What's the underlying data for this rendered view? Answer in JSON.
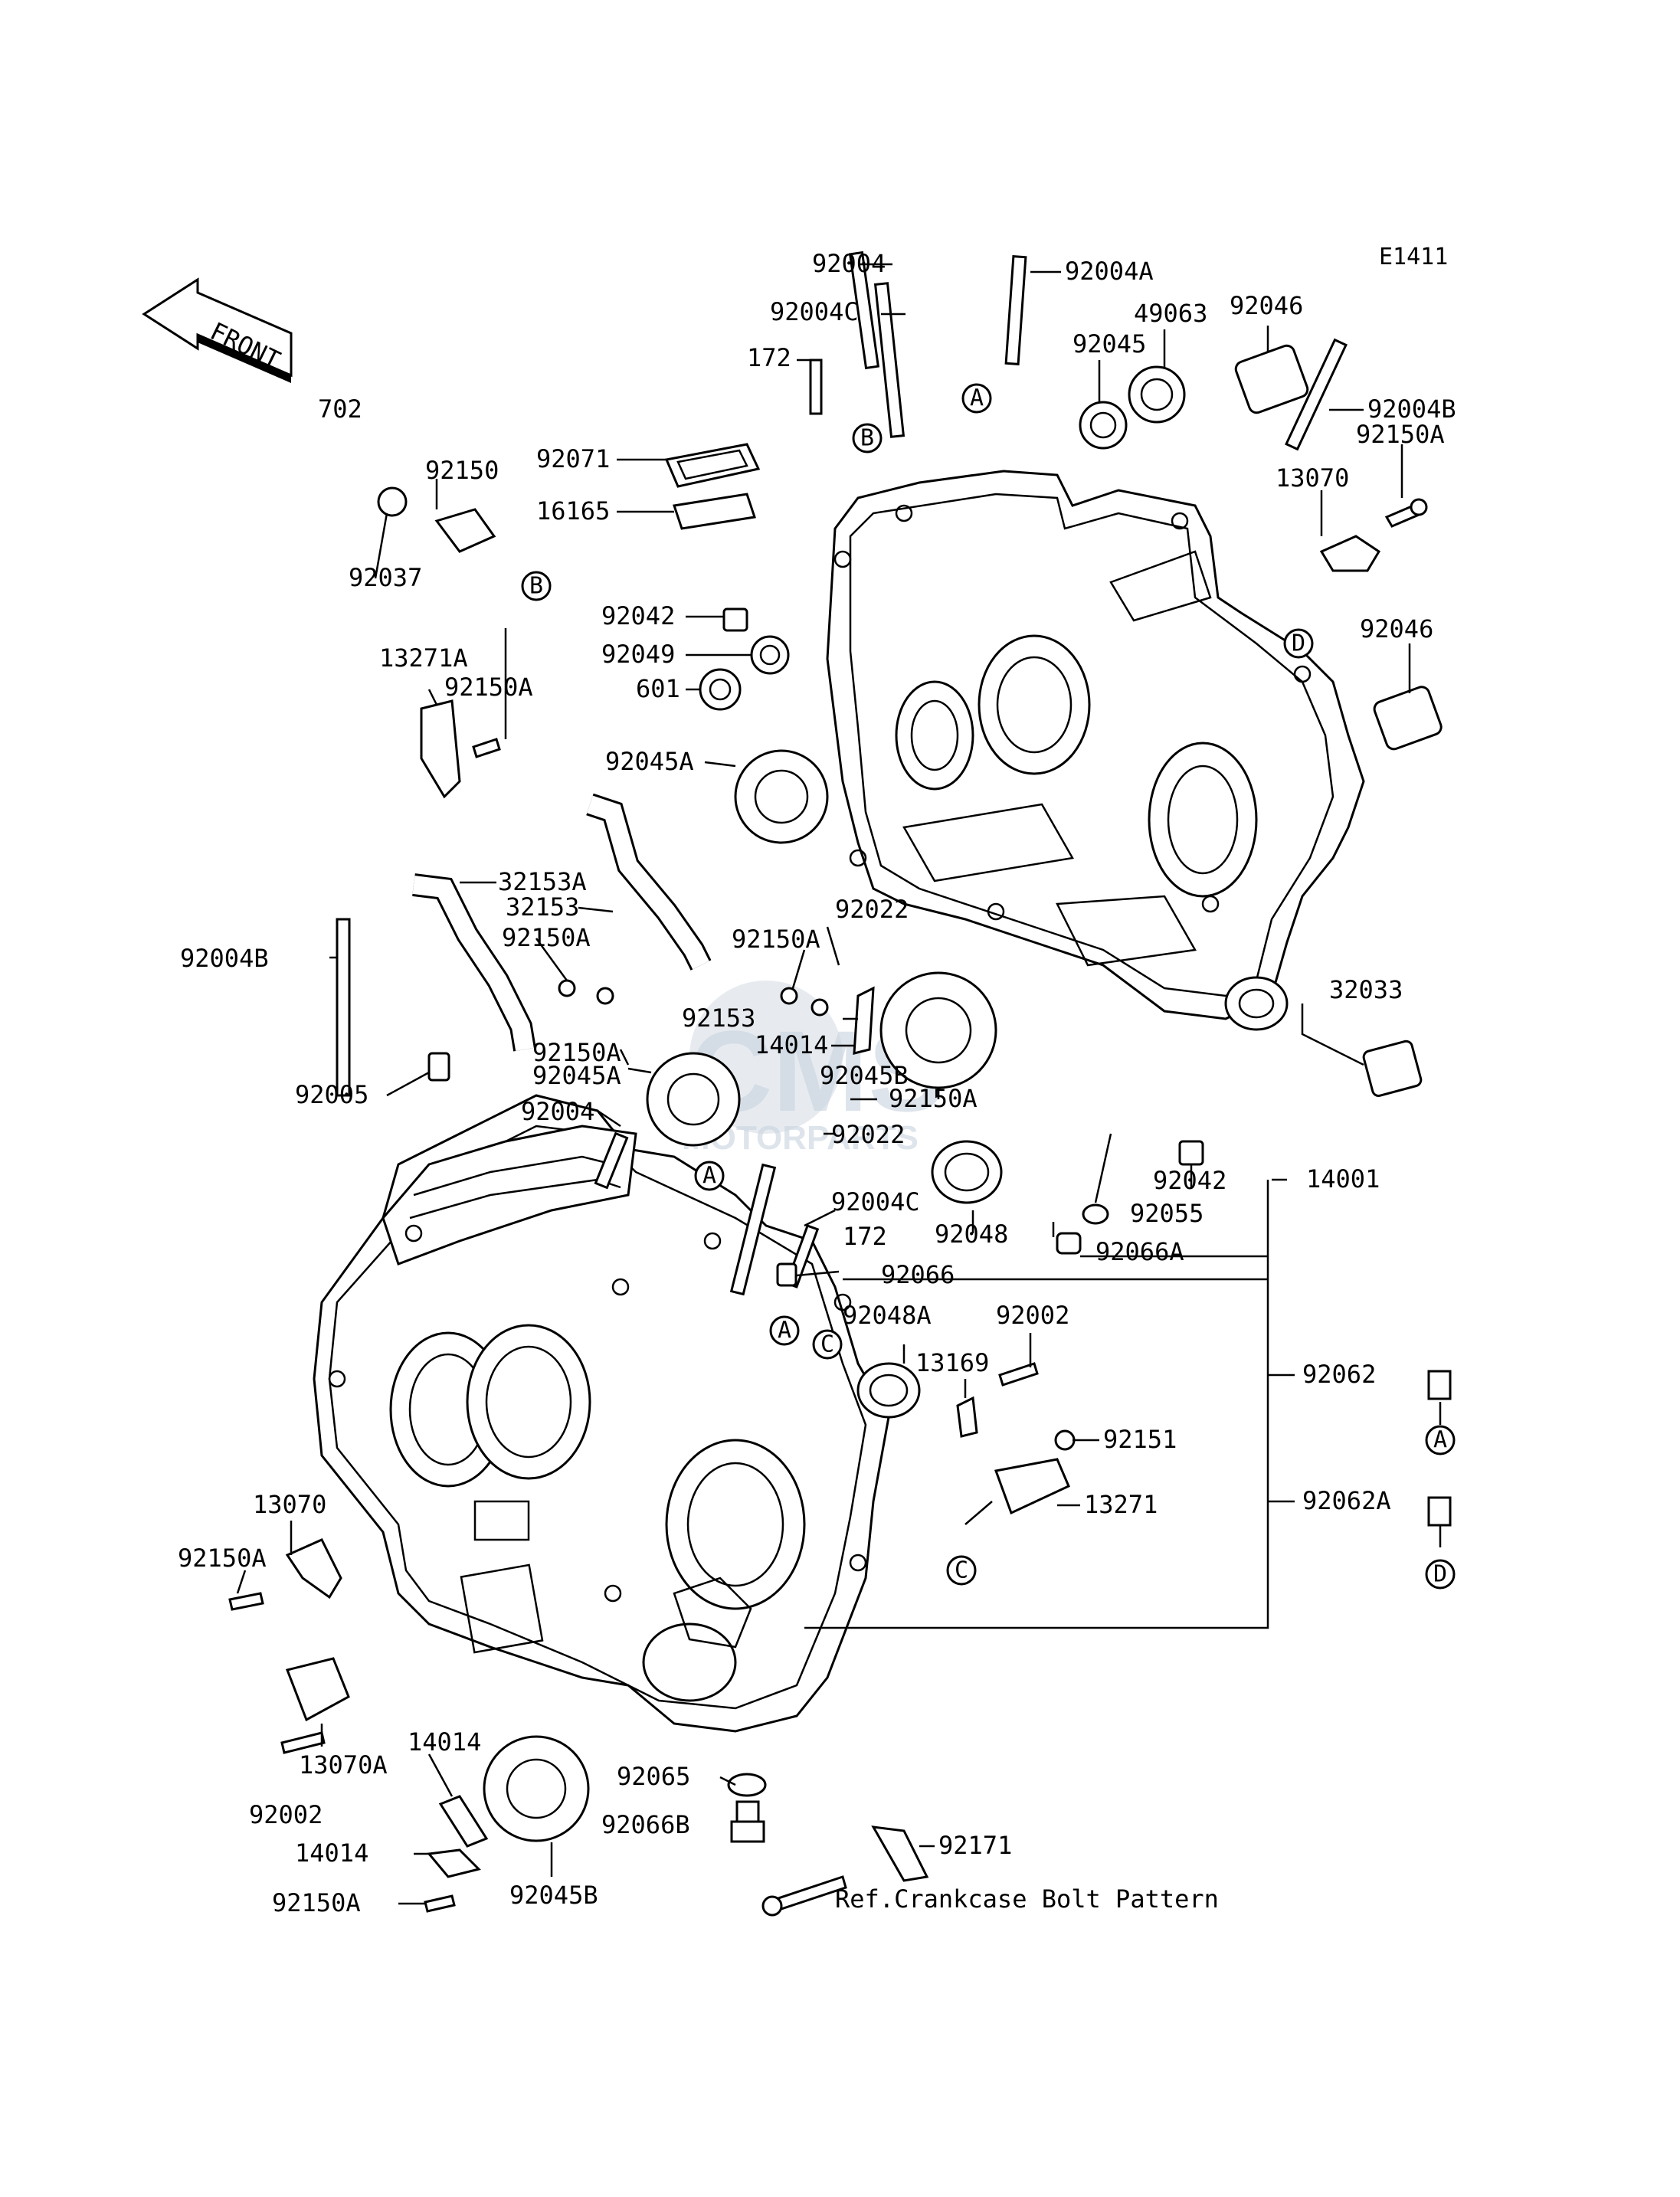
{
  "diagram_code": "E1411",
  "front_label": "FRONT",
  "watermark": {
    "main": "CMS",
    "sub": "MOTORPARTS"
  },
  "callout_letters": [
    "A",
    "B",
    "C",
    "D"
  ],
  "parts": [
    {
      "id": "p_92004",
      "label": "92004"
    },
    {
      "id": "p_92004A",
      "label": "92004A"
    },
    {
      "id": "p_92004C_top",
      "label": "92004C"
    },
    {
      "id": "p_172_top",
      "label": "172"
    },
    {
      "id": "p_49063",
      "label": "49063"
    },
    {
      "id": "p_92046_top",
      "label": "92046"
    },
    {
      "id": "p_92045",
      "label": "92045"
    },
    {
      "id": "p_92004B_right",
      "label": "92004B"
    },
    {
      "id": "p_92150A_right",
      "label": "92150A"
    },
    {
      "id": "p_13070_right",
      "label": "13070"
    },
    {
      "id": "p_702",
      "label": "702"
    },
    {
      "id": "p_92150",
      "label": "92150"
    },
    {
      "id": "p_92037",
      "label": "92037"
    },
    {
      "id": "p_92071",
      "label": "92071"
    },
    {
      "id": "p_16165",
      "label": "16165"
    },
    {
      "id": "p_92042_top",
      "label": "92042"
    },
    {
      "id": "p_92049",
      "label": "92049"
    },
    {
      "id": "p_601",
      "label": "601"
    },
    {
      "id": "p_92046_right",
      "label": "92046"
    },
    {
      "id": "p_13271A",
      "label": "13271A"
    },
    {
      "id": "p_92150A_13271A",
      "label": "92150A"
    },
    {
      "id": "p_92045A_top",
      "label": "92045A"
    },
    {
      "id": "p_32153A",
      "label": "32153A"
    },
    {
      "id": "p_32153",
      "label": "32153"
    },
    {
      "id": "p_92150A_mid1",
      "label": "92150A"
    },
    {
      "id": "p_92022_top",
      "label": "92022"
    },
    {
      "id": "p_92150A_mid2",
      "label": "92150A"
    },
    {
      "id": "p_92004B_left",
      "label": "92004B"
    },
    {
      "id": "p_92153",
      "label": "92153"
    },
    {
      "id": "p_32033",
      "label": "32033"
    },
    {
      "id": "p_14014_mid",
      "label": "14014"
    },
    {
      "id": "p_92150A_mid3",
      "label": "92150A"
    },
    {
      "id": "p_92045A_mid",
      "label": "92045A"
    },
    {
      "id": "p_92045B_mid",
      "label": "92045B"
    },
    {
      "id": "p_92005",
      "label": "92005"
    },
    {
      "id": "p_92150A_mid4",
      "label": "92150A"
    },
    {
      "id": "p_92004_mid",
      "label": "92004"
    },
    {
      "id": "p_92022_mid",
      "label": "92022"
    },
    {
      "id": "p_92042_mid",
      "label": "92042"
    },
    {
      "id": "p_14001",
      "label": "14001"
    },
    {
      "id": "p_92055",
      "label": "92055"
    },
    {
      "id": "p_92004C_mid",
      "label": "92004C"
    },
    {
      "id": "p_92048",
      "label": "92048"
    },
    {
      "id": "p_92066A",
      "label": "92066A"
    },
    {
      "id": "p_172_mid",
      "label": "172"
    },
    {
      "id": "p_92066",
      "label": "92066"
    },
    {
      "id": "p_92048A",
      "label": "92048A"
    },
    {
      "id": "p_92002_mid",
      "label": "92002"
    },
    {
      "id": "p_13169",
      "label": "13169"
    },
    {
      "id": "p_92062",
      "label": "92062"
    },
    {
      "id": "p_92151",
      "label": "92151"
    },
    {
      "id": "p_13070_left",
      "label": "13070"
    },
    {
      "id": "p_13271",
      "label": "13271"
    },
    {
      "id": "p_92062A",
      "label": "92062A"
    },
    {
      "id": "p_92150A_left",
      "label": "92150A"
    },
    {
      "id": "p_14014_low",
      "label": "14014"
    },
    {
      "id": "p_13070A",
      "label": "13070A"
    },
    {
      "id": "p_92065",
      "label": "92065"
    },
    {
      "id": "p_92002_low",
      "label": "92002"
    },
    {
      "id": "p_92066B",
      "label": "92066B"
    },
    {
      "id": "p_92171",
      "label": "92171"
    },
    {
      "id": "p_14014_bot",
      "label": "14014"
    },
    {
      "id": "p_92045B_low",
      "label": "92045B"
    },
    {
      "id": "p_92150A_bot",
      "label": "92150A"
    }
  ],
  "note": "Ref.Crankcase Bolt Pattern"
}
